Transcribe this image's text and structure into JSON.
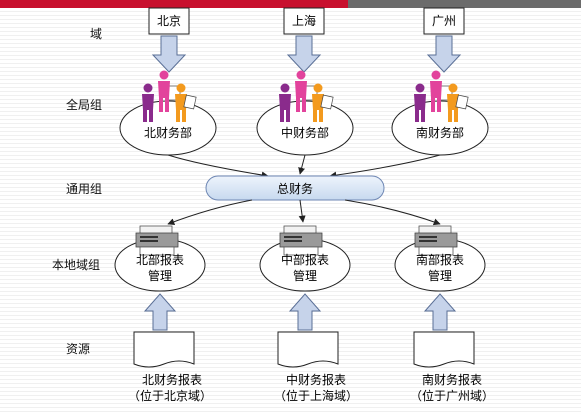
{
  "row_labels": {
    "domain": "域",
    "global_group": "全局组",
    "universal_group": "通用组",
    "domain_local_group": "本地域组",
    "resources": "资源"
  },
  "domains": [
    {
      "name": "北京"
    },
    {
      "name": "上海"
    },
    {
      "name": "广州"
    }
  ],
  "global_groups": [
    {
      "name": "北财务部"
    },
    {
      "name": "中财务部"
    },
    {
      "name": "南财务部"
    }
  ],
  "universal_group": {
    "name": "总财务"
  },
  "local_groups": [
    {
      "line1": "北部报表",
      "line2": "管理"
    },
    {
      "line1": "中部报表",
      "line2": "管理"
    },
    {
      "line1": "南部报表",
      "line2": "管理"
    }
  ],
  "resources": [
    {
      "line1": "北财务报表",
      "line2": "（位于北京域）"
    },
    {
      "line1": "中财务报表",
      "line2": "（位于上海域）"
    },
    {
      "line1": "南财务报表",
      "line2": "（位于广州域）"
    }
  ],
  "colors": {
    "top_bar_red": "#c8102e",
    "top_bar_gray": "#6b6b6b",
    "arrow_fill": "#c6d3ea",
    "arrow_stroke": "#5a6f96",
    "pill_fill": "#d6e4f5",
    "person_purple": "#8a2b8c",
    "person_pink": "#e2439c",
    "person_orange": "#f39a1e"
  }
}
